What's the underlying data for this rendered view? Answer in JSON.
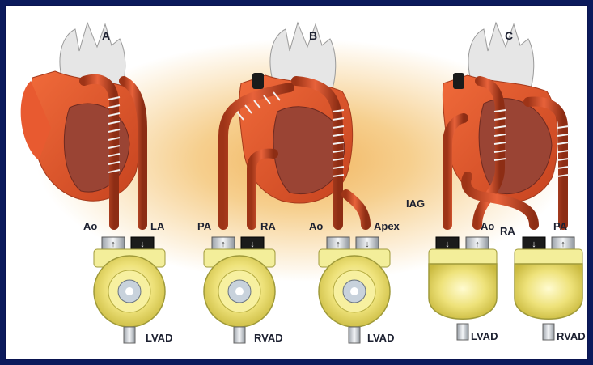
{
  "panels": [
    {
      "letter": "A",
      "cannula_labels": [
        "Ao",
        "LA"
      ],
      "device_label": "LVAD"
    },
    {
      "letter": "B",
      "cannula_labels": [
        "PA",
        "RA",
        "Ao",
        "Apex"
      ],
      "device_labels": [
        "RVAD",
        "LVAD"
      ]
    },
    {
      "letter": "C",
      "cannula_labels": [
        "IAG",
        "Ao",
        "RA",
        "PA"
      ],
      "device_labels": [
        "LVAD",
        "RVAD"
      ]
    }
  ],
  "colors": {
    "heart": "#e0502a",
    "heart_dark": "#8a3c2c",
    "aorta": "#e6e6e6",
    "cannula": "#cc4a22",
    "pump_body": "#e9e06a",
    "pump_shell": "#f3ee9a",
    "vessel_dark": "#1b1b1b",
    "background_glow": "#f2b560"
  }
}
